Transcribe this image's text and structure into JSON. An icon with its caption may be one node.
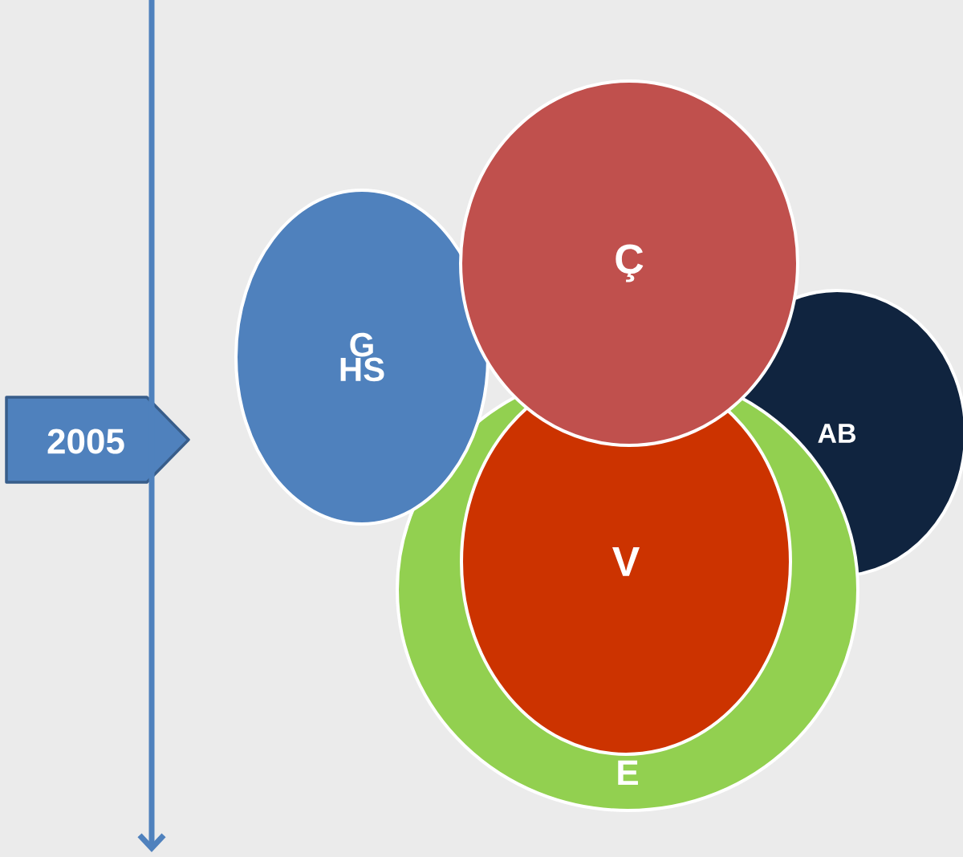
{
  "diagram": {
    "nodes": [
      {
        "text": [
          "2005"
        ]
      },
      {
        "text": [
          "G HS"
        ]
      },
      {
        "text": [
          "Ç"
        ]
      },
      {
        "text": [
          "AB"
        ]
      },
      {
        "text": [
          "E"
        ]
      },
      {
        "text": [
          "V"
        ],
        "in": 4
      }
    ]
  }
}
